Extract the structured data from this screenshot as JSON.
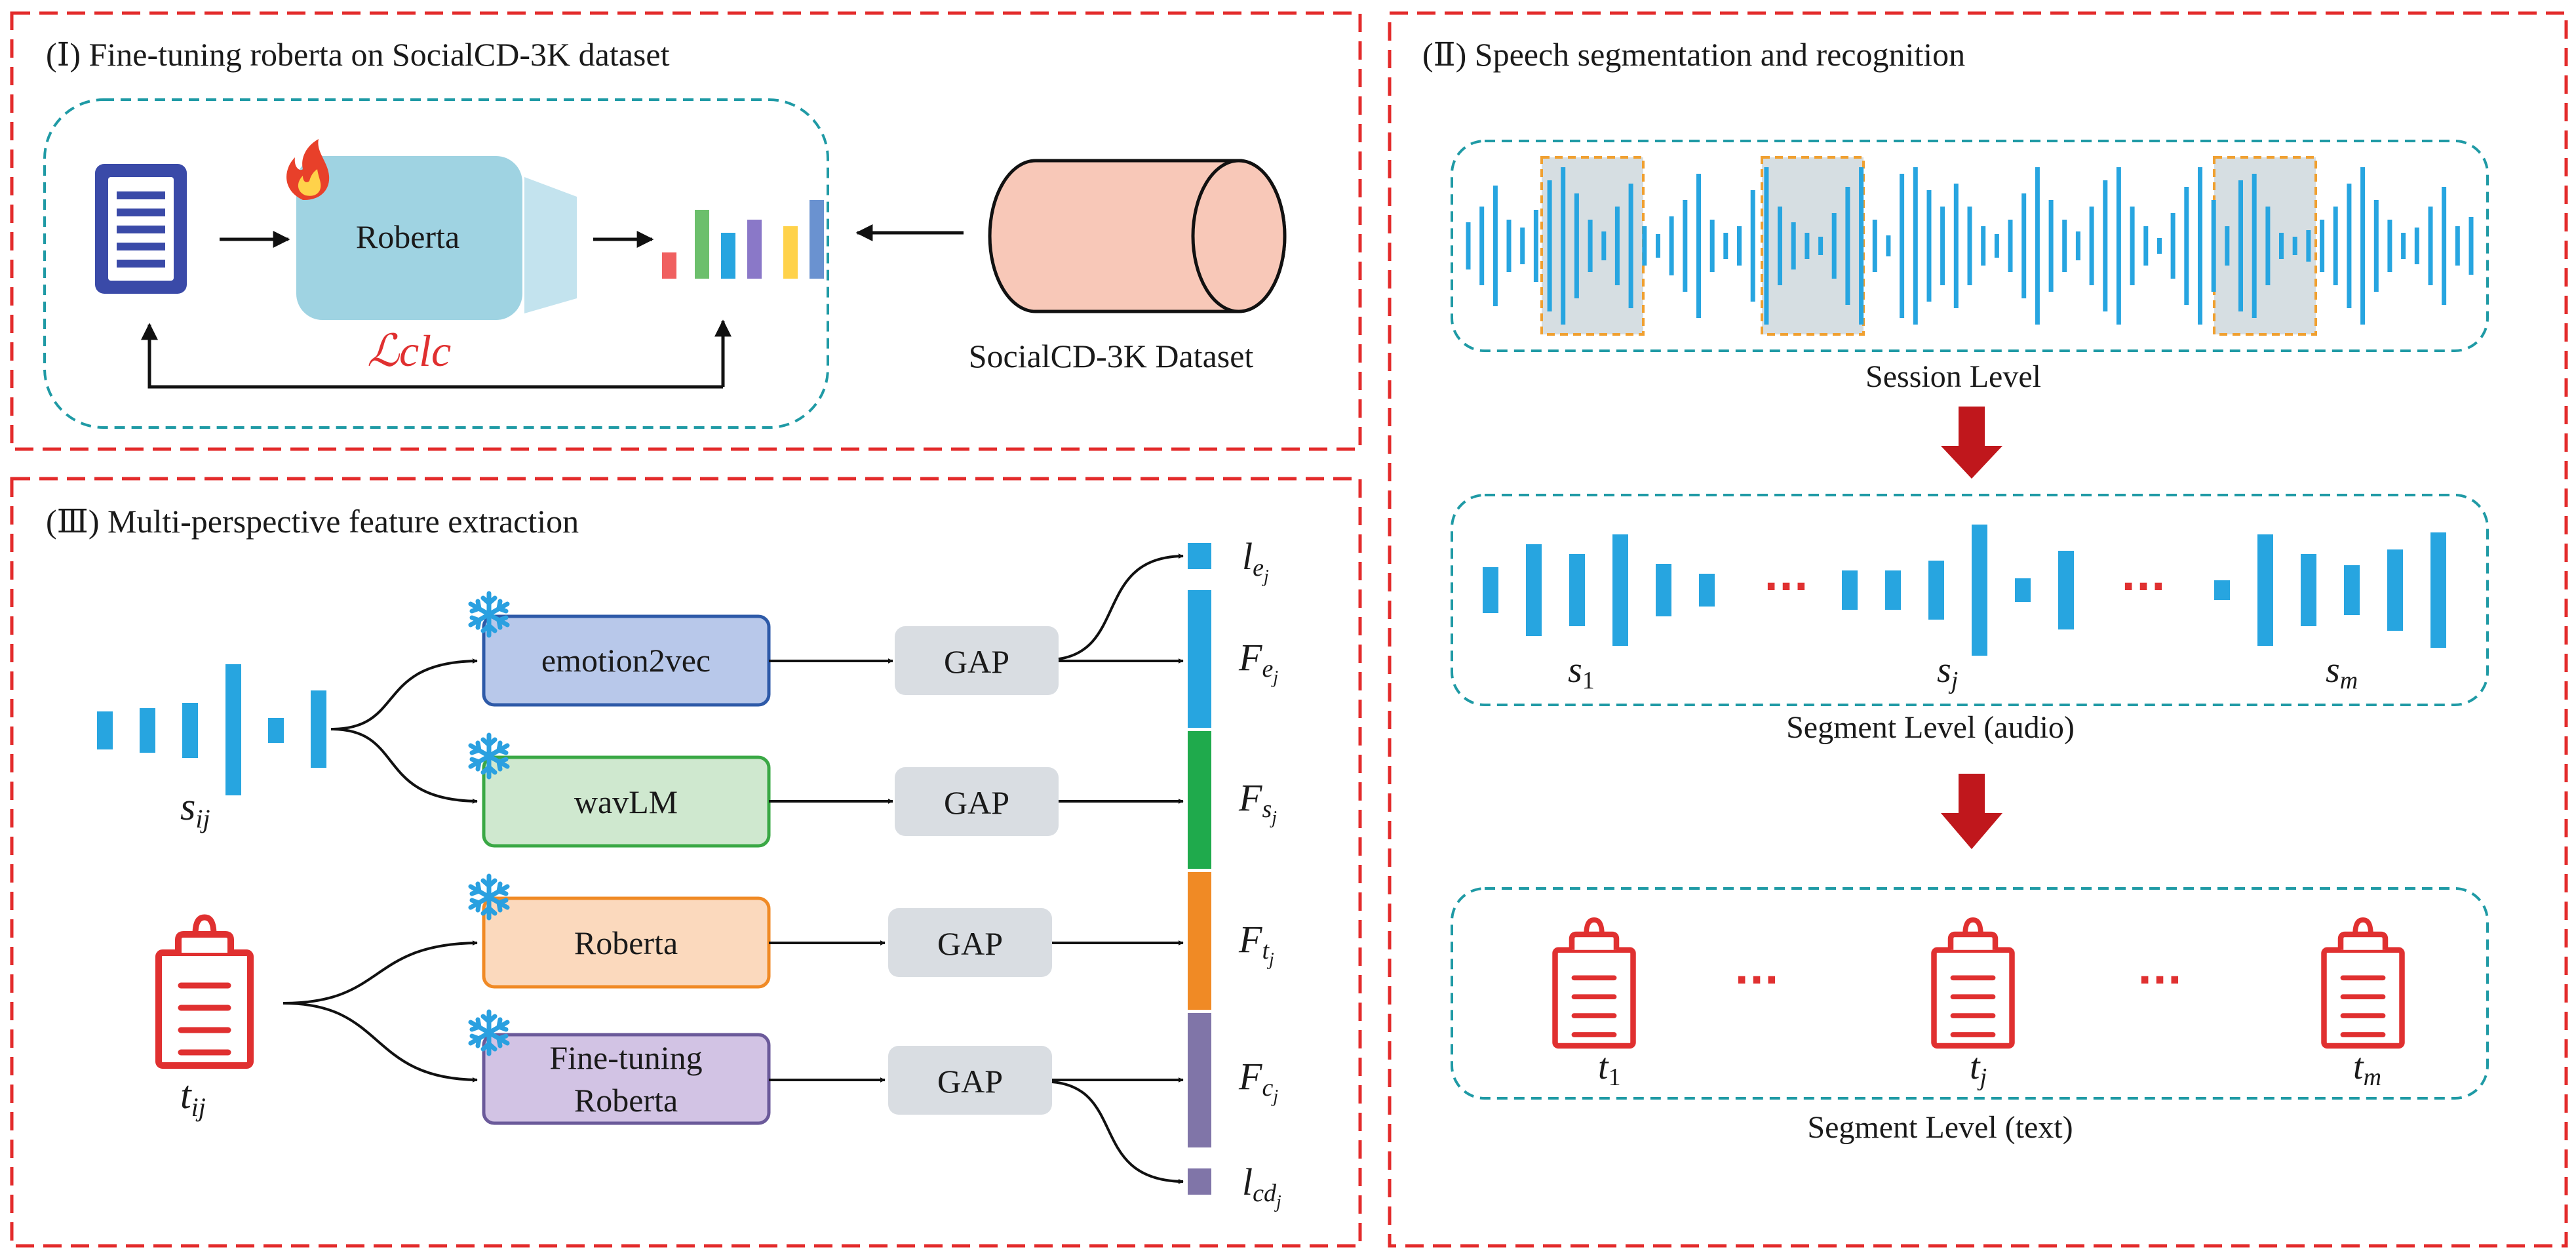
{
  "panels": {
    "p1_title": "(Ⅰ) Fine-tuning roberta on SocialCD-3K dataset",
    "p2_title": "(Ⅱ) Speech segmentation and recognition",
    "p3_title": "(Ⅲ) Multi-perspective feature extraction"
  },
  "p1": {
    "roberta_label": "Roberta",
    "loss_label": "ℒclc",
    "dataset_label": "SocialCD-3K Dataset"
  },
  "p2": {
    "session_level": "Session Level",
    "segment_audio": "Segment Level (audio)",
    "segment_text": "Segment Level (text)",
    "ellipsis": "···",
    "audio_s1": "s",
    "audio_s1_sub": "1",
    "audio_sj": "s",
    "audio_sj_sub": "j",
    "audio_sm": "s",
    "audio_sm_sub": "m",
    "text_t1": "t",
    "text_t1_sub": "1",
    "text_tj": "t",
    "text_tj_sub": "j",
    "text_tm": "t",
    "text_tm_sub": "m"
  },
  "p3": {
    "s_ij": "s",
    "s_ij_sub": "ij",
    "t_ij": "t",
    "t_ij_sub": "ij",
    "emotion_label": "emotion2vec",
    "wavlm_label": "wavLM",
    "roberta_label": "Roberta",
    "finetune_line1": "Fine-tuning",
    "finetune_line2": "Roberta",
    "gap": "GAP",
    "out_le": "l",
    "out_le_sub": "e",
    "out_le_subsub": "j",
    "out_fe": "F",
    "out_fe_sub": "e",
    "out_fe_subsub": "j",
    "out_fs": "F",
    "out_fs_sub": "s",
    "out_fs_subsub": "j",
    "out_ft": "F",
    "out_ft_sub": "t",
    "out_ft_subsub": "j",
    "out_fc": "F",
    "out_fc_sub": "c",
    "out_fc_subsub": "j",
    "out_lcd": "l",
    "out_lcd_sub": "cd",
    "out_lcd_subsub": "j"
  },
  "colors": {
    "panel_border": "#e32b2b",
    "group_border": "#1f9aa5",
    "audio_bar": "#27a5e0",
    "segment_highlight": "#d6dee2",
    "segment_border": "#f0a030",
    "down_arrow": "#c0171c",
    "text_icon": "#e03030",
    "doc_icon": "#3a4aa8",
    "roberta_fill": "#9fd3e2",
    "dataset_fill": "#f8c8b8",
    "emotion_fill": "#b8c8ea",
    "wavlm_fill": "#cfe8cf",
    "roberta2_fill": "#fbd9bd",
    "finetune_fill": "#d2c3e4",
    "gap_fill": "#d9dde2",
    "feat_le": "#27a5e0",
    "feat_fs": "#1faa4c",
    "feat_ft": "#f08a25",
    "feat_fc": "#8075a8",
    "fire": "#e8402a",
    "snow": "#2aa0e0"
  },
  "icons": {
    "document": "document-icon",
    "fire": "fire-icon",
    "snow": "snowflake-icon",
    "clipboard": "clipboard-icon",
    "database": "database-cylinder-icon"
  }
}
